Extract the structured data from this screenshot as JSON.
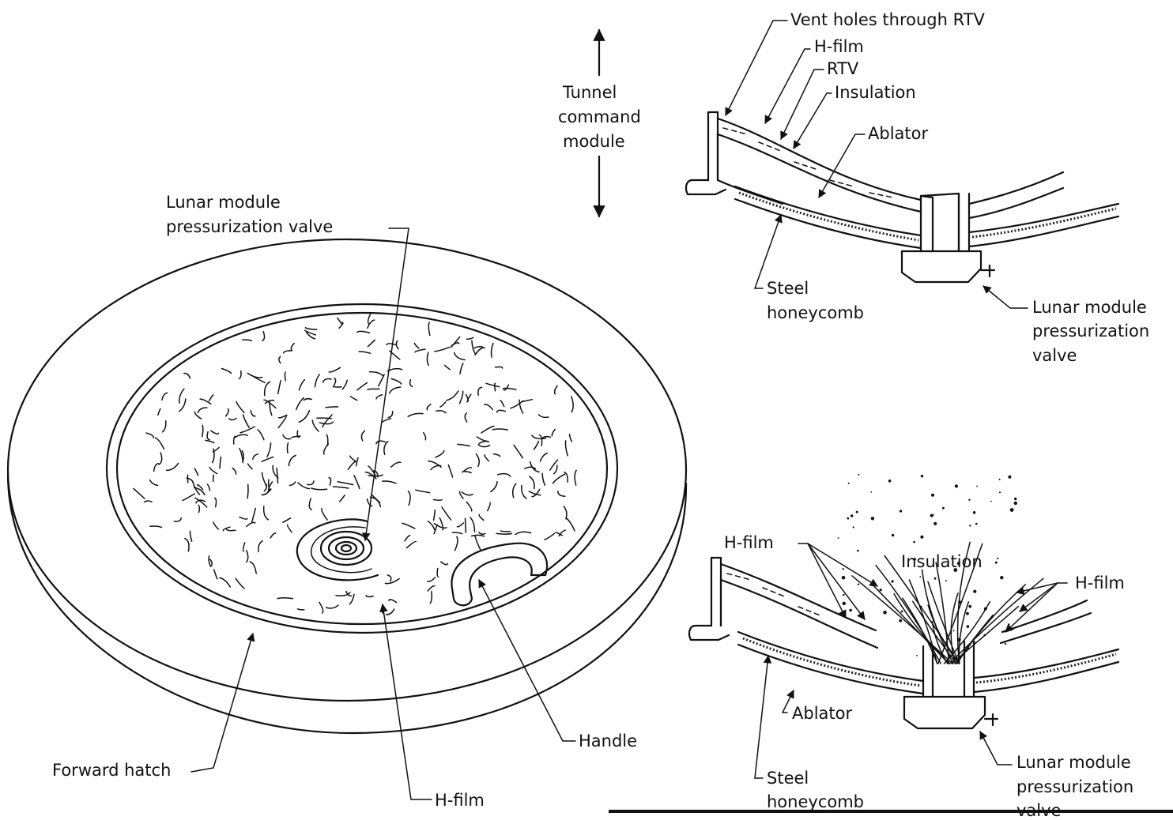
{
  "labels": {
    "tunnel_line1": "Tunnel",
    "tunnel_line2": "command",
    "tunnel_line3": "module",
    "lm_valve_main_line1": "Lunar module",
    "lm_valve_main_line2": "pressurization valve",
    "forward_hatch": "Forward hatch",
    "h_film_main": "H-film",
    "handle": "Handle",
    "vent_holes": "Vent holes through RTV",
    "h_film_top": "H-film",
    "rtv": "RTV",
    "insulation_top": "Insulation",
    "ablator_top": "Ablator",
    "steel_top_line1": "Steel",
    "steel_top_line2": "honeycomb",
    "lm_valve_top_line1": "Lunar module",
    "lm_valve_top_line2": "pressurization",
    "lm_valve_top_line3": "valve",
    "h_film_bottom_left": "H-film",
    "insulation_bottom": "Insulation",
    "h_film_bottom_right": "H-film",
    "ablator_bottom": "Ablator",
    "steel_bottom_line1": "Steel",
    "steel_bottom_line2": "honeycomb",
    "lm_valve_bottom_line1": "Lunar module",
    "lm_valve_bottom_line2": "pressurization",
    "lm_valve_bottom_line3": "valve"
  },
  "icons": {
    "tunnel_arrow": "double-headed-vertical-arrow"
  }
}
